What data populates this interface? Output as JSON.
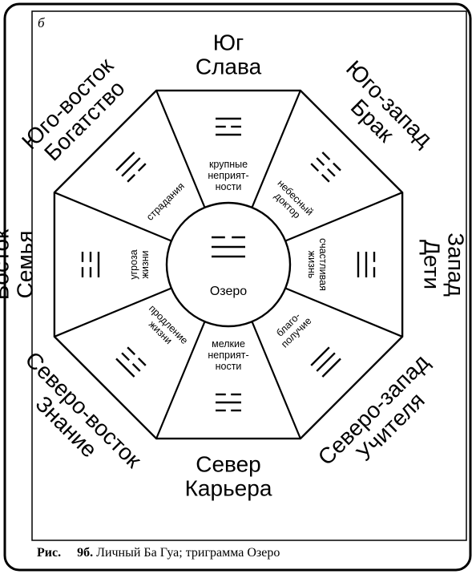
{
  "figure_letter": "б",
  "center": {
    "label": "Озеро",
    "trigram": [
      1,
      1,
      0
    ]
  },
  "sectors": [
    {
      "id": "south",
      "angle": -90,
      "outer": [
        "Юг",
        "Слава"
      ],
      "inner": [
        "крупные",
        "неприят-",
        "ности"
      ],
      "trigram": [
        1,
        0,
        1
      ]
    },
    {
      "id": "southwest",
      "angle": -45,
      "outer": [
        "Юго-запад",
        "Брак"
      ],
      "inner": [
        "небесный",
        "доктор"
      ],
      "trigram": [
        0,
        0,
        0
      ]
    },
    {
      "id": "west",
      "angle": 0,
      "outer": [
        "Запад",
        "Дети"
      ],
      "inner": [
        "счастливая",
        "жизнь"
      ],
      "trigram": [
        1,
        1,
        0
      ]
    },
    {
      "id": "northwest",
      "angle": 45,
      "outer": [
        "Северо-запад",
        "Учителя"
      ],
      "inner": [
        "благо-",
        "получие"
      ],
      "trigram": [
        1,
        1,
        1
      ]
    },
    {
      "id": "north",
      "angle": 90,
      "outer": [
        "Север",
        "Карьера"
      ],
      "inner": [
        "мелкие",
        "неприят-",
        "ности"
      ],
      "trigram": [
        0,
        1,
        0
      ]
    },
    {
      "id": "northeast",
      "angle": 135,
      "outer": [
        "Северо-восток",
        "Знание"
      ],
      "inner": [
        "продление",
        "жизни"
      ],
      "trigram": [
        0,
        0,
        1
      ]
    },
    {
      "id": "east",
      "angle": 180,
      "outer": [
        "Восток",
        "Семья"
      ],
      "inner": [
        "угроза",
        "жизни"
      ],
      "trigram": [
        1,
        0,
        0
      ]
    },
    {
      "id": "southeast",
      "angle": -135,
      "outer": [
        "Юго-восток",
        "Богатство"
      ],
      "inner": [
        "страдания"
      ],
      "trigram": [
        0,
        1,
        1
      ]
    }
  ],
  "caption": {
    "prefix": "Рис.",
    "number": "9б.",
    "text": "Личный Ба Гуа; триграмма Озеро"
  }
}
